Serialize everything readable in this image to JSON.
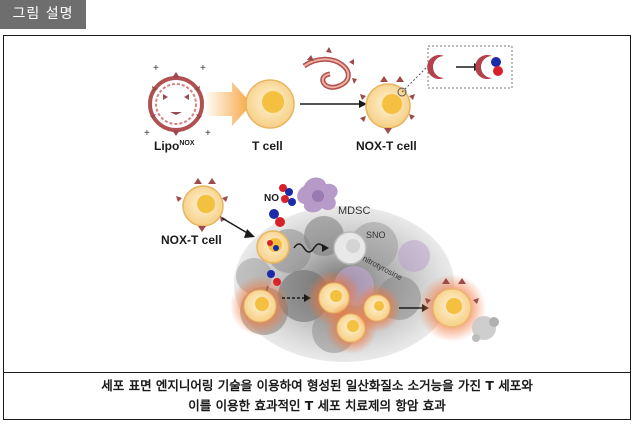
{
  "tag": {
    "label": "그림 설명"
  },
  "figure": {
    "labels": {
      "lipo": "Lipo",
      "lipo_sup": "NOX",
      "tcell": "T cell",
      "noxt_top": "NOX-T cell",
      "noxt_mid": "NOX-T cell",
      "no": "NO",
      "mdsc": "MDSC",
      "sno": "SNO",
      "nitro": "nitrotyrosine"
    }
  },
  "caption": {
    "line1": "세포 표면 엔지니어링 기술을 이용하여 형성된 일산화질소 소거능을 가진 T 세포와",
    "line2": "이를 이용한 효과적인 T 세포 치료제의 항암 효과"
  },
  "colors": {
    "cell_fill": "#fde3a8",
    "nucleus": "#f4c040",
    "receptor": "#9c4a4a",
    "no_red": "#d8202a",
    "no_blue": "#1a2aa8",
    "mdsc": "#b79ac8",
    "tumor_gray": "#8a8a8a",
    "glow": "#f07a40"
  }
}
